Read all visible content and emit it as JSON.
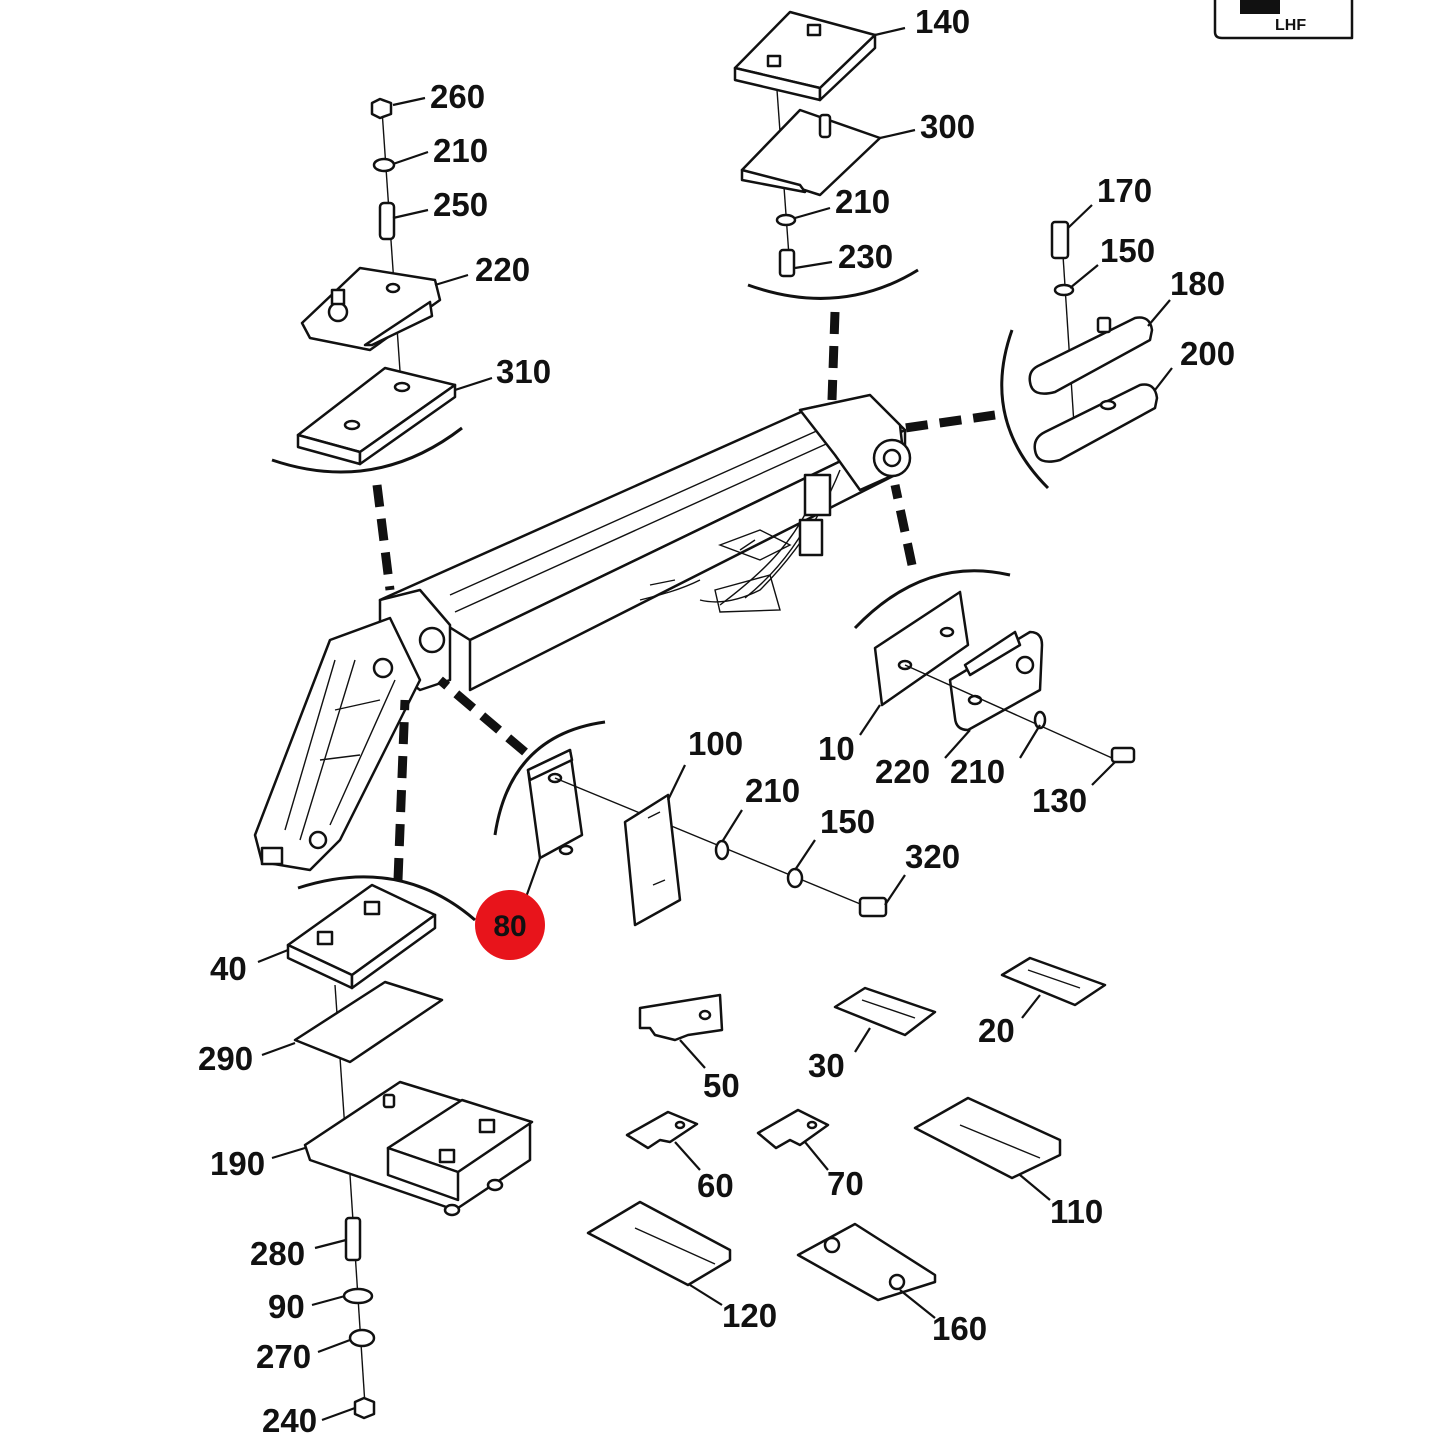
{
  "corner_badge": {
    "text": "LHF"
  },
  "highlight": {
    "label": "80",
    "color": "#e8141b"
  },
  "labels": [
    "140",
    "300",
    "210",
    "230",
    "170",
    "150",
    "180",
    "200",
    "260",
    "210",
    "250",
    "220",
    "310",
    "10",
    "220",
    "210",
    "130",
    "100",
    "210",
    "150",
    "320",
    "40",
    "290",
    "190",
    "280",
    "90",
    "270",
    "240",
    "20",
    "30",
    "50",
    "60",
    "70",
    "110",
    "120",
    "160"
  ]
}
